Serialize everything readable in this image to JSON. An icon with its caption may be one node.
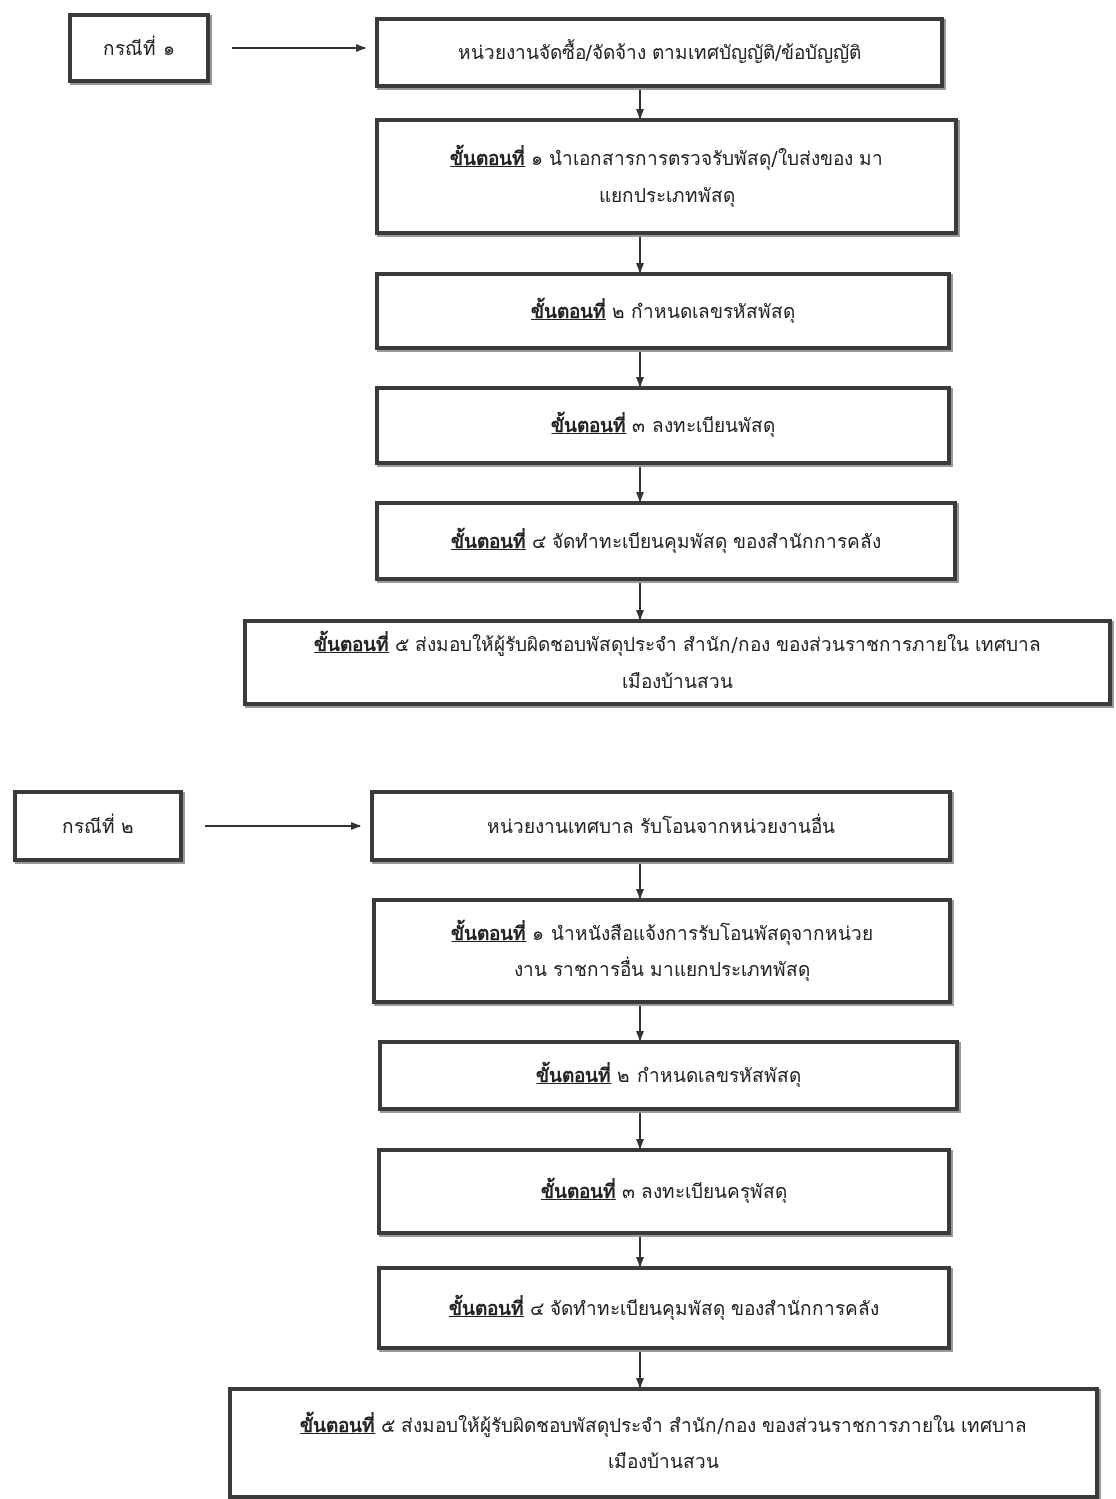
{
  "diagram": {
    "nodes": [
      {
        "text": [
          "กรณีที่ ๑"
        ]
      },
      {
        "text": [
          "หน่วยงานจัดซื้อ/จัดจ้าง ตามเทศบัญญัติ/ข้อบัญญัติ"
        ]
      },
      {
        "text": [
          "**ขั้นตอนที่** ๑ นำเอกสารการตรวจรับพัสดุ/ใบส่งของ มาแยกประเภทพัสดุ"
        ]
      },
      {
        "text": [
          "**ขั้นตอนที่** ๒ กำหนดเลขรหัสพัสดุ"
        ]
      },
      {
        "text": [
          "**ขั้นตอนที่** ๓ ลงทะเบียนพัสดุ"
        ]
      },
      {
        "text": [
          "**ขั้นตอนที่** ๔ จัดทำทะเบียนคุมพัสดุ ของสำนักการคลัง"
        ]
      },
      {
        "text": [
          "**ขั้นตอนที่** ๕ ส่งมอบให้ผู้รับผิดชอบพัสดุประจำ สำนัก/กอง ของส่วนราชการภายใน เทศบาลเมืองบ้านสวน"
        ]
      },
      {
        "text": [
          "กรณีที่ ๒"
        ]
      },
      {
        "text": [
          "หน่วยงานเทศบาล รับโอนจากหน่วยงานอื่น"
        ]
      },
      {
        "text": [
          "**ขั้นตอนที่** ๑ นำหนังสือแจ้งการรับโอนพัสดุจากหน่วยงาน ราชการอื่น มาแยกประเภทพัสดุ"
        ]
      },
      {
        "text": [
          "**ขั้นตอนที่** ๒ กำหนดเลขรหัสพัสดุ"
        ]
      },
      {
        "text": [
          "**ขั้นตอนที่** ๓ ลงทะเบียนครุพัสดุ"
        ]
      },
      {
        "text": [
          "**ขั้นตอนที่** ๔ จัดทำทะเบียนคุมพัสดุ ของสำนักการคลัง"
        ]
      },
      {
        "text": [
          "**ขั้นตอนที่** ๕ ส่งมอบให้ผู้รับผิดชอบพัสดุประจำ สำนัก/กอง ของส่วนราชการภายใน เทศบาลเมืองบ้านสวน"
        ]
      }
    ],
    "edges": [
      {
        "from": 0,
        "to": 1,
        "arrow": "to"
      },
      {
        "from": 1,
        "to": 2,
        "arrow": "to"
      },
      {
        "from": 2,
        "to": 3,
        "arrow": "to"
      },
      {
        "from": 3,
        "to": 4,
        "arrow": "to"
      },
      {
        "from": 4,
        "to": 5,
        "arrow": "to"
      },
      {
        "from": 5,
        "to": 6,
        "arrow": "to"
      },
      {
        "from": 7,
        "to": 8,
        "arrow": "to"
      },
      {
        "from": 8,
        "to": 9,
        "arrow": "to"
      },
      {
        "from": 9,
        "to": 10,
        "arrow": "to"
      },
      {
        "from": 10,
        "to": 11,
        "arrow": "to"
      },
      {
        "from": 11,
        "to": 12,
        "arrow": "to"
      },
      {
        "from": 12,
        "to": 13,
        "arrow": "to"
      }
    ]
  }
}
